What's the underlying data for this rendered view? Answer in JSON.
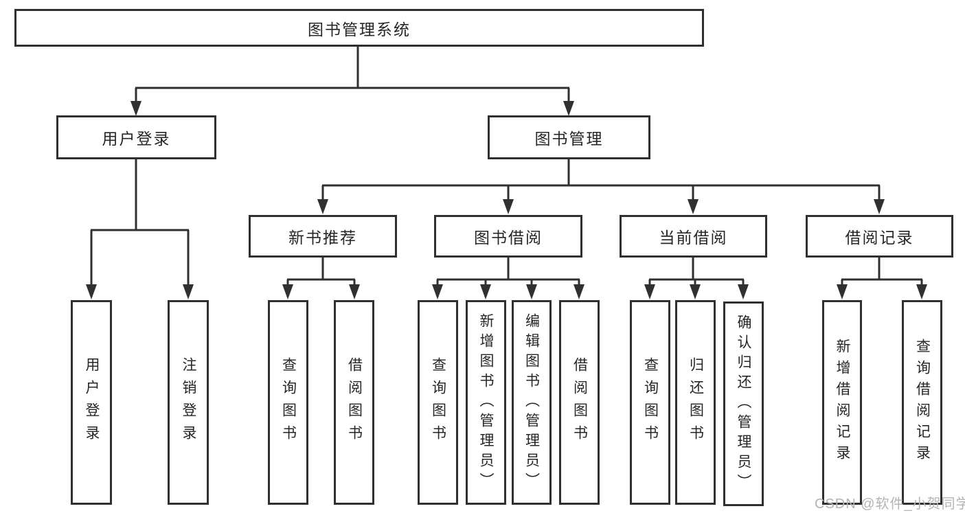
{
  "diagram": {
    "root": {
      "label": "图书管理系统"
    },
    "branches": [
      {
        "label": "用户登录",
        "children": [
          {
            "label": "用户登录"
          },
          {
            "label": "注销登录"
          }
        ]
      },
      {
        "label": "图书管理",
        "children": [
          {
            "label": "新书推荐",
            "children": [
              {
                "label": "查询图书"
              },
              {
                "label": "借阅图书"
              }
            ]
          },
          {
            "label": "图书借阅",
            "children": [
              {
                "label": "查询图书"
              },
              {
                "label": "新增图书（管理员）"
              },
              {
                "label": "编辑图书（管理员）"
              },
              {
                "label": "借阅图书"
              }
            ]
          },
          {
            "label": "当前借阅",
            "children": [
              {
                "label": "查询图书"
              },
              {
                "label": "归还图书"
              },
              {
                "label": "确认归还（管理员）"
              }
            ]
          },
          {
            "label": "借阅记录",
            "children": [
              {
                "label": "新增借阅记录"
              },
              {
                "label": "查询借阅记录"
              }
            ]
          }
        ]
      }
    ]
  },
  "watermark": {
    "text": "CSDN @软件_小贺同学"
  },
  "colors": {
    "line": "#303030",
    "text": "#262626",
    "watermark": "#b4b4b4",
    "background": "#ffffff"
  }
}
